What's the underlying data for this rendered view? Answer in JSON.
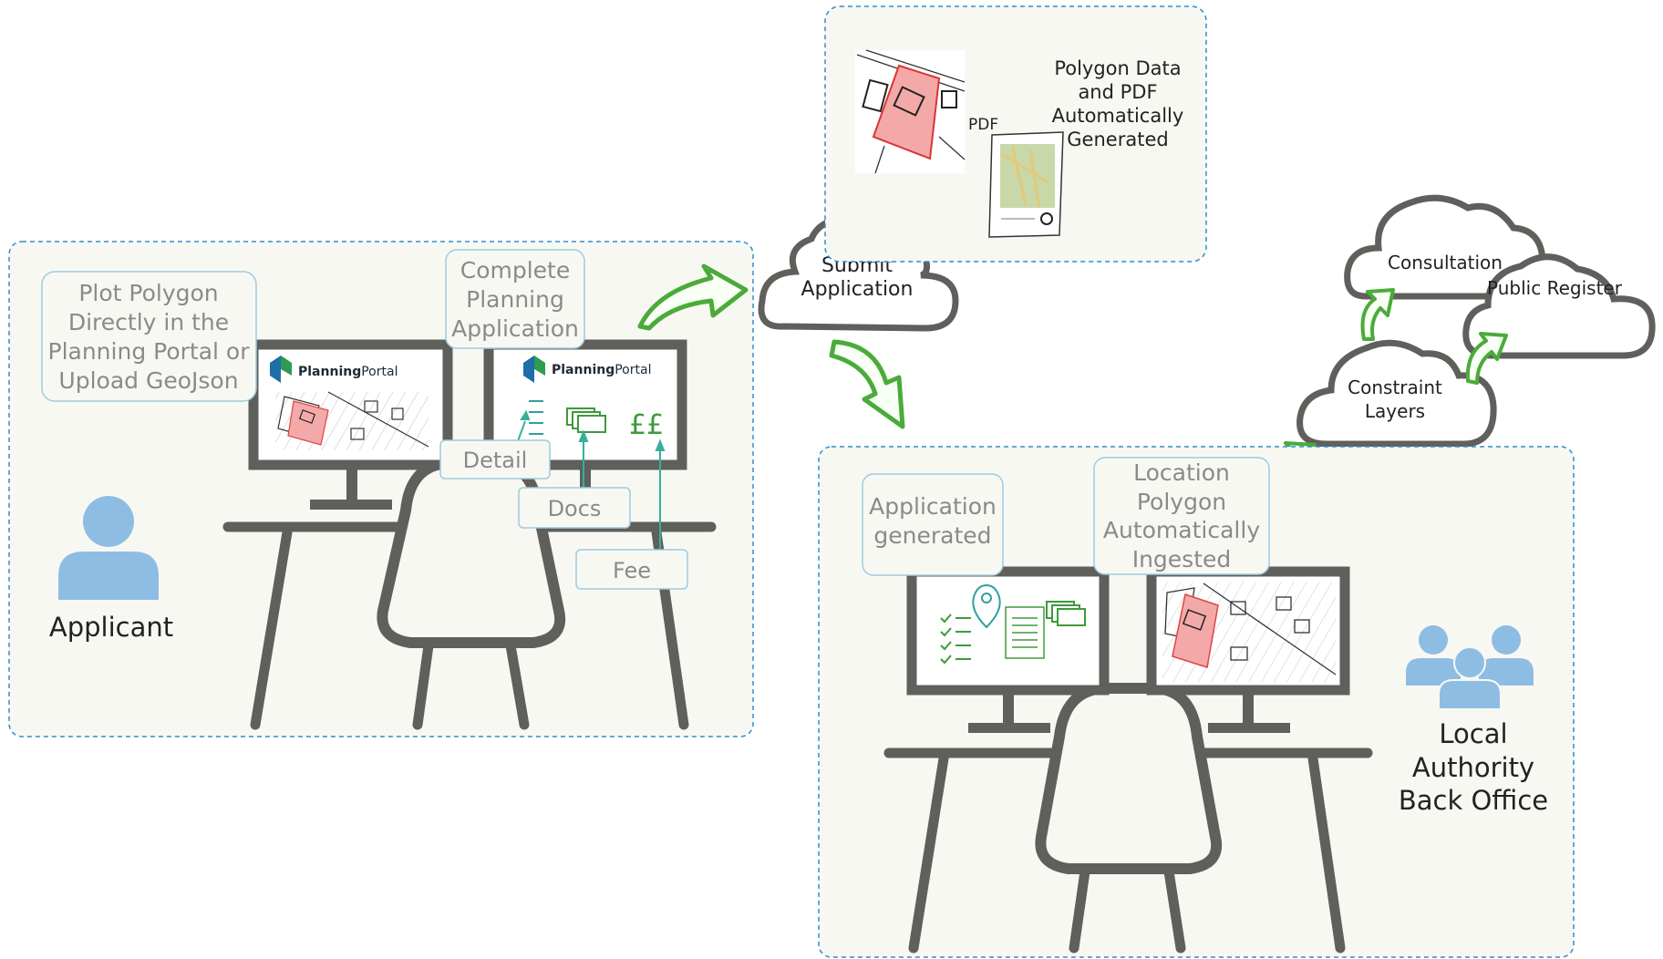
{
  "colors": {
    "desk": "#5f5f5b",
    "panel_fill": "#f8f8f3",
    "panel_border": "#2a8fd0",
    "arrow_green": "#4aab3a",
    "callout_border": "#9ccbe0",
    "person_blue": "#8ebde3",
    "parcel_red": "#f4a9a9",
    "map_lines": "#3b3b3b",
    "icon_green": "#3e9a3a"
  },
  "applicant": {
    "label": "Applicant",
    "callout_plot_polygon": [
      "Plot Polygon",
      "Directly in the",
      "Planning Portal or",
      "Upload GeoJson"
    ],
    "callout_complete": [
      "Complete",
      "Planning",
      "Application"
    ],
    "tag_detail": "Detail",
    "tag_docs": "Docs",
    "tag_fee": "Fee",
    "logo_bold": "Planning",
    "logo_light": "Portal"
  },
  "submit_cloud": [
    "Submit",
    "Application"
  ],
  "generated_panel": {
    "pdf_label": "PDF",
    "caption": [
      "Polygon Data",
      "and PDF",
      "Automatically",
      "Generated"
    ]
  },
  "clouds": {
    "consultation": "Consultation",
    "public_register": "Public Register",
    "constraint_layers": [
      "Constraint",
      "Layers"
    ]
  },
  "back_office": {
    "label": [
      "Local",
      "Authority",
      "Back Office"
    ],
    "callout_generated": [
      "Application",
      "generated"
    ],
    "callout_location": [
      "Location",
      "Polygon",
      "Automatically",
      "Ingested"
    ]
  }
}
